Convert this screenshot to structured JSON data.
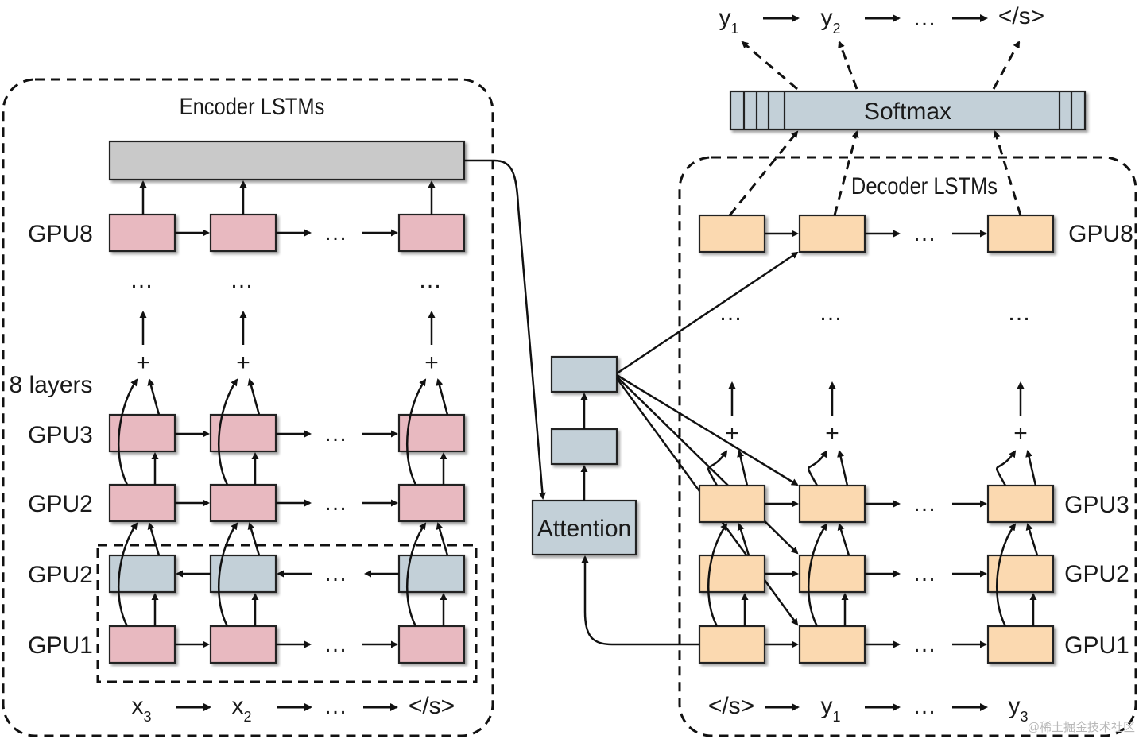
{
  "encoder": {
    "title": "Encoder LSTMs",
    "layers_label": "8 layers",
    "gpu_labels": {
      "top": "GPU8",
      "l3": "GPU3",
      "l2a": "GPU2",
      "l2b": "GPU2",
      "l1": "GPU1"
    },
    "inputs": [
      "x3",
      "x2",
      "…",
      "</s>"
    ],
    "input_main": [
      "x",
      "x",
      "…",
      "</s>"
    ],
    "input_sub": [
      "3",
      "2",
      "",
      ""
    ]
  },
  "decoder": {
    "title": "Decoder LSTMs",
    "gpu_labels": {
      "top": "GPU8",
      "l3": "GPU3",
      "l2": "GPU2",
      "l1": "GPU1"
    },
    "input_main": [
      "</s>",
      "y",
      "…",
      "y"
    ],
    "input_sub": [
      "",
      "1",
      "",
      "3"
    ]
  },
  "attention": {
    "label": "Attention"
  },
  "softmax": {
    "label": "Softmax"
  },
  "outputs": {
    "main": [
      "y",
      "y",
      "…",
      "</s>"
    ],
    "sub": [
      "1",
      "2",
      "",
      ""
    ]
  },
  "ellipsis": "…",
  "plus": "+",
  "watermark": "@稀土掘金技术社区",
  "colors": {
    "encoder_cell": "#e8b9c0",
    "encoder_reverse_cell": "#c3d0d8",
    "decoder_cell": "#fbd9b0",
    "attention_cell": "#c3d0d8",
    "encoder_output_bar": "#c9c9c9",
    "softmax_bar": "#c3d0d8"
  }
}
